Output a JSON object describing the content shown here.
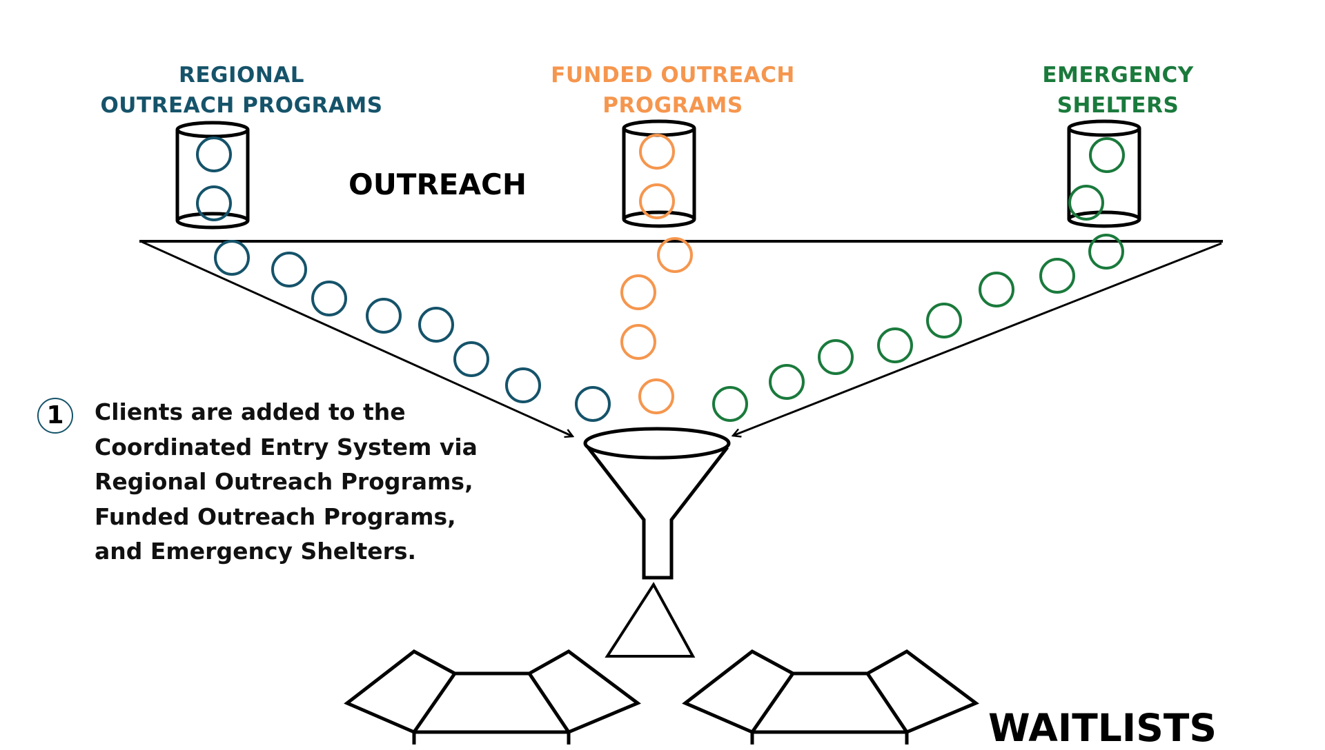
{
  "colors": {
    "regional": "#15536a",
    "funded": "#f5964e",
    "shelters": "#1a7a3c",
    "ink": "#000000"
  },
  "sources": {
    "regional": {
      "line1": "REGIONAL",
      "line2": "OUTREACH PROGRAMS"
    },
    "funded": {
      "line1": "FUNDED OUTREACH",
      "line2": "PROGRAMS"
    },
    "shelters": {
      "line1": "EMERGENCY",
      "line2": "SHELTERS"
    }
  },
  "labels": {
    "outreach": "OUTREACH",
    "waitlists": "WAITLISTS"
  },
  "step": {
    "number": "1",
    "lines": [
      "Clients are added to the",
      "Coordinated Entry System via",
      "Regional Outreach Programs,",
      "Funded Outreach Programs,",
      "and Emergency Shelters."
    ]
  }
}
